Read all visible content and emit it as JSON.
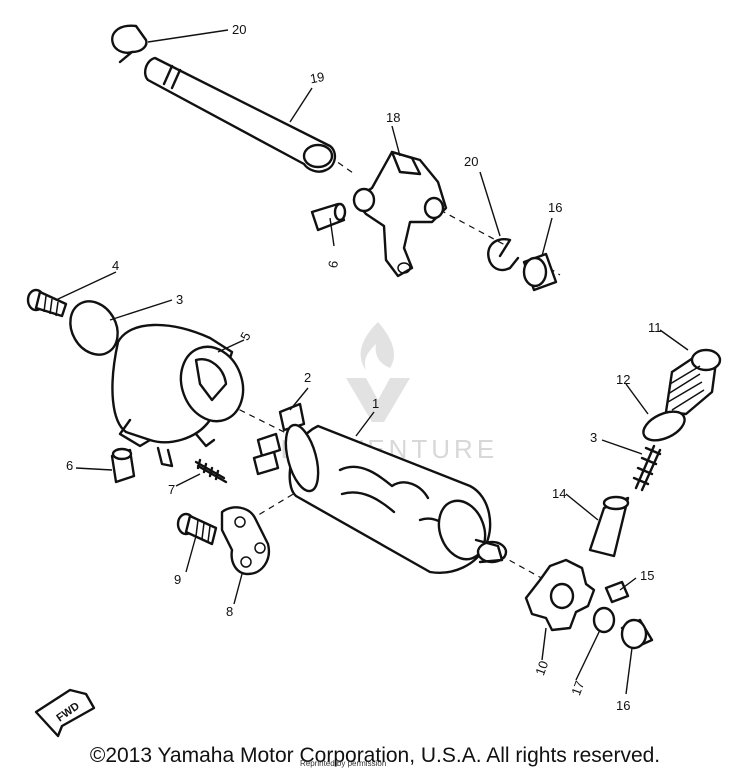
{
  "diagram": {
    "callouts": [
      {
        "id": "c20a",
        "label": "20"
      },
      {
        "id": "c19",
        "label": "19"
      },
      {
        "id": "c18",
        "label": "18"
      },
      {
        "id": "c20b",
        "label": "20"
      },
      {
        "id": "c16a",
        "label": "16"
      },
      {
        "id": "c6a",
        "label": "6"
      },
      {
        "id": "c4",
        "label": "4"
      },
      {
        "id": "c3a",
        "label": "3"
      },
      {
        "id": "c5",
        "label": "5"
      },
      {
        "id": "c2",
        "label": "2"
      },
      {
        "id": "c1",
        "label": "1"
      },
      {
        "id": "c11",
        "label": "11"
      },
      {
        "id": "c12",
        "label": "12"
      },
      {
        "id": "c3b",
        "label": "3"
      },
      {
        "id": "c6b",
        "label": "6"
      },
      {
        "id": "c7",
        "label": "7"
      },
      {
        "id": "c14",
        "label": "14"
      },
      {
        "id": "c9",
        "label": "9"
      },
      {
        "id": "c8",
        "label": "8"
      },
      {
        "id": "c15",
        "label": "15"
      },
      {
        "id": "c10",
        "label": "10"
      },
      {
        "id": "c17",
        "label": "17"
      },
      {
        "id": "c16b",
        "label": "16"
      }
    ],
    "fwd_label": "FWD",
    "watermark": "LEADVENTURE"
  },
  "footer": {
    "copyright": "©2013 Yamaha Motor Corporation, U.S.A. All rights reserved.",
    "reprint": "Reprinted by permission"
  }
}
